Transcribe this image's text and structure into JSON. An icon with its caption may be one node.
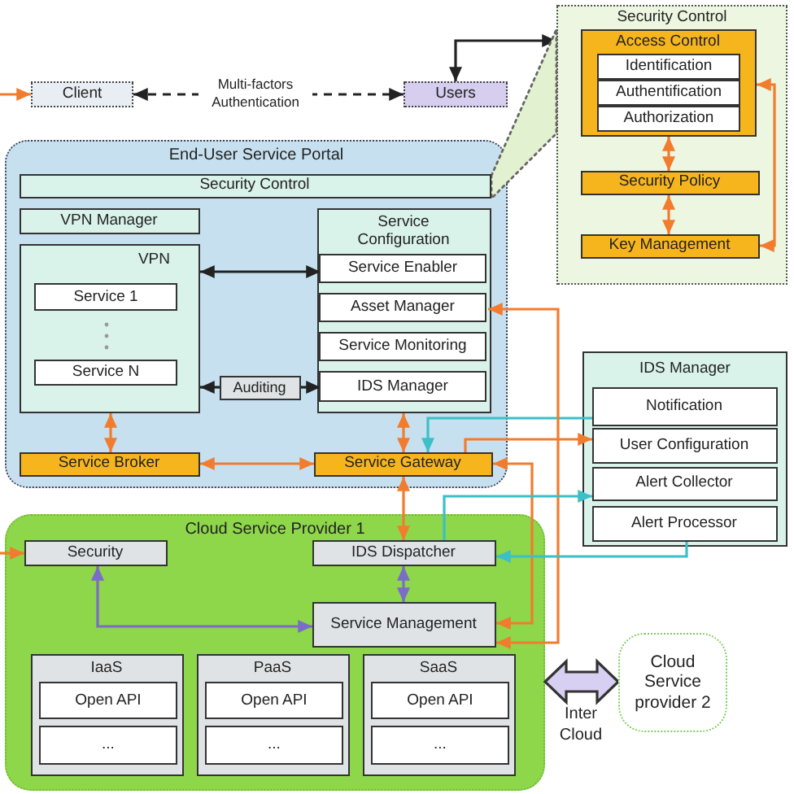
{
  "diagram": {
    "nodes": [
      {
        "text": [
          "Client"
        ]
      },
      {
        "text": [
          "Users"
        ]
      },
      {
        "text": [
          "Security Control"
        ]
      },
      {
        "text": [
          "Access Control"
        ],
        "in": 2
      },
      {
        "text": [
          "Identification"
        ],
        "in": 3
      },
      {
        "text": [
          "Authentification"
        ],
        "in": 3
      },
      {
        "text": [
          "Authorization"
        ],
        "in": 3
      },
      {
        "text": [
          "Security Policy"
        ],
        "in": 2
      },
      {
        "text": [
          "Key Management"
        ],
        "in": 2
      },
      {
        "text": [
          "End-User Service Portal"
        ]
      },
      {
        "text": [
          "Security Control"
        ],
        "in": 9
      },
      {
        "text": [
          "VPN Manager"
        ],
        "in": 9
      },
      {
        "text": [
          "VPN"
        ],
        "in": 9
      },
      {
        "text": [
          "Service 1"
        ],
        "in": 12
      },
      {
        "text": [
          "Service N"
        ],
        "in": 12
      },
      {
        "text": [
          "Service Configuration"
        ],
        "in": 9
      },
      {
        "text": [
          "Service Enabler"
        ],
        "in": 15
      },
      {
        "text": [
          "Asset Manager"
        ],
        "in": 15
      },
      {
        "text": [
          "Service Monitoring"
        ],
        "in": 15
      },
      {
        "text": [
          "IDS Manager"
        ],
        "in": 15
      },
      {
        "text": [
          "Auditing"
        ],
        "in": 9
      },
      {
        "text": [
          "Service Broker"
        ],
        "in": 9
      },
      {
        "text": [
          "Service Gateway"
        ],
        "in": 9
      },
      {
        "text": [
          "IDS Manager"
        ]
      },
      {
        "text": [
          "Notification"
        ],
        "in": 23
      },
      {
        "text": [
          "User Configuration"
        ],
        "in": 23
      },
      {
        "text": [
          "Alert Collector"
        ],
        "in": 23
      },
      {
        "text": [
          "Alert Processor"
        ],
        "in": 23
      },
      {
        "text": [
          "Cloud Service Provider 1"
        ]
      },
      {
        "text": [
          "Security"
        ],
        "in": 28
      },
      {
        "text": [
          "IDS Dispatcher"
        ],
        "in": 28
      },
      {
        "text": [
          "Service Management"
        ],
        "in": 28
      },
      {
        "text": [
          "IaaS"
        ],
        "in": 28
      },
      {
        "text": [
          "Open API"
        ],
        "in": 32
      },
      {
        "text": [
          "..."
        ],
        "in": 32
      },
      {
        "text": [
          "PaaS"
        ],
        "in": 28
      },
      {
        "text": [
          "Open API"
        ],
        "in": 35
      },
      {
        "text": [
          "..."
        ],
        "in": 35
      },
      {
        "text": [
          "SaaS"
        ],
        "in": 28
      },
      {
        "text": [
          "Open API"
        ],
        "in": 38
      },
      {
        "text": [
          "..."
        ],
        "in": 38
      },
      {
        "text": [
          "Cloud Service provider 2"
        ]
      }
    ],
    "edges": [
      {
        "from": null,
        "to": 0,
        "arrow": "to"
      },
      {
        "from": 0,
        "to": 1,
        "arrow": "both",
        "style": "dashed",
        "color": "#222222",
        "label": "Multi-factors Authentication"
      },
      {
        "from": 1,
        "to": 2,
        "arrow": "both",
        "color": "#222222"
      },
      {
        "from": 10,
        "to": 2,
        "arrow": "none",
        "style": "dashed",
        "color": "#666666"
      },
      {
        "from": 3,
        "to": 7,
        "arrow": "both"
      },
      {
        "from": 7,
        "to": 8,
        "arrow": "both"
      },
      {
        "from": 3,
        "to": 8,
        "arrow": "both"
      },
      {
        "from": 12,
        "to": 16,
        "arrow": "both",
        "color": "#222222"
      },
      {
        "from": 20,
        "to": 12,
        "arrow": "to",
        "color": "#222222"
      },
      {
        "from": 20,
        "to": 19,
        "arrow": "to",
        "color": "#222222"
      },
      {
        "from": 12,
        "to": 21,
        "arrow": "both"
      },
      {
        "from": 21,
        "to": 22,
        "arrow": "both"
      },
      {
        "from": 15,
        "to": 22,
        "arrow": "both"
      },
      {
        "from": 24,
        "to": 22,
        "arrow": "to",
        "color": "#3cbfc6"
      },
      {
        "from": 22,
        "to": 25,
        "arrow": "to"
      },
      {
        "from": 22,
        "to": 30,
        "arrow": "both"
      },
      {
        "from": 17,
        "to": 31,
        "arrow": "both"
      },
      {
        "from": 22,
        "to": 31,
        "arrow": "both"
      },
      {
        "from": 30,
        "to": 26,
        "arrow": "to",
        "color": "#3cbfc6"
      },
      {
        "from": 27,
        "to": 30,
        "arrow": "to",
        "color": "#3cbfc6"
      },
      {
        "from": null,
        "to": 29,
        "arrow": "to"
      },
      {
        "from": 30,
        "to": 31,
        "arrow": "both",
        "color": "#7b6cc8"
      },
      {
        "from": 29,
        "to": 31,
        "arrow": "both",
        "color": "#7b6cc8"
      },
      {
        "from": 28,
        "to": 41,
        "arrow": "both",
        "style": "thick",
        "color": "#d8d0f2",
        "label": "Inter Cloud"
      }
    ]
  }
}
